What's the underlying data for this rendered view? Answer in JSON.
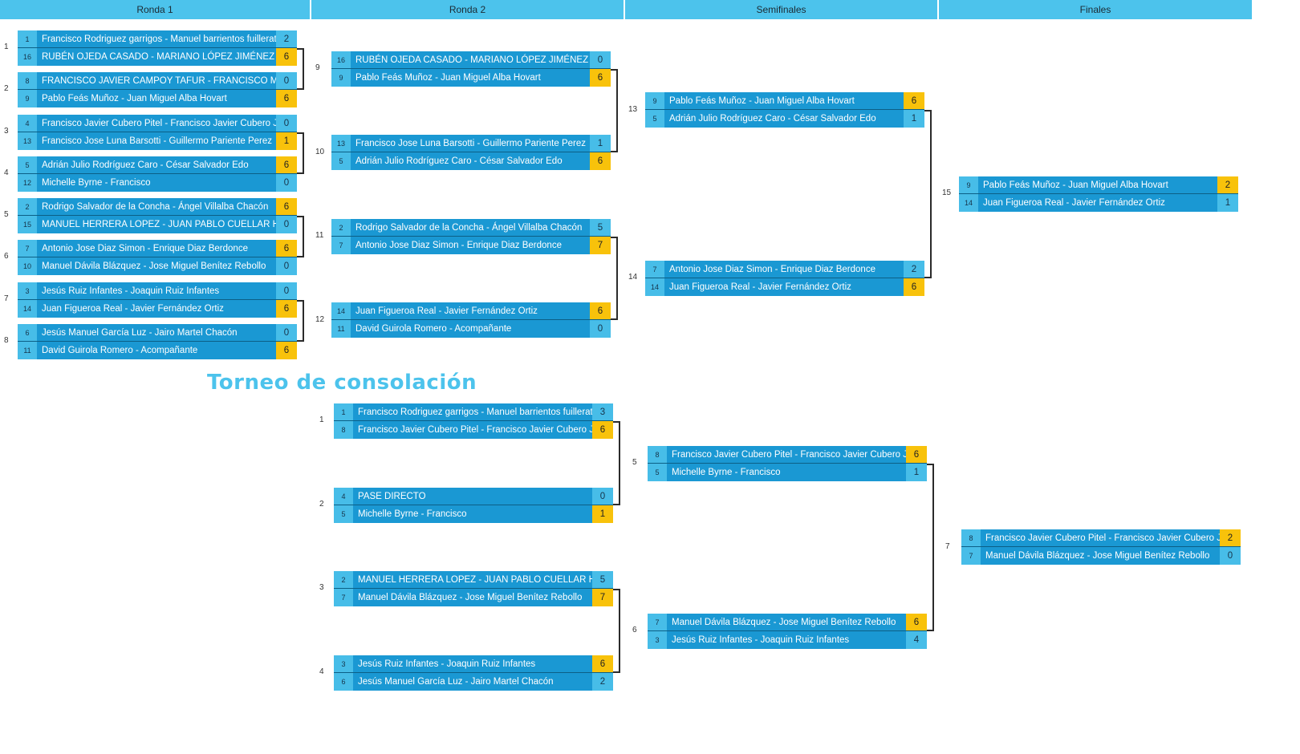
{
  "rounds": [
    "Ronda 1",
    "Ronda 2",
    "Semifinales",
    "Finales"
  ],
  "consolation_title": "Torneo de consolación",
  "main_matches": [
    {
      "label": "1",
      "teams": [
        {
          "seed": "1",
          "name": "Francisco Rodriguez garrigos - Manuel barrientos fuillerat",
          "score": "2"
        },
        {
          "seed": "16",
          "name": "RUBÉN OJEDA CASADO - MARIANO LÓPEZ JIMÉNEZ",
          "score": "6"
        }
      ]
    },
    {
      "label": "2",
      "teams": [
        {
          "seed": "8",
          "name": "FRANCISCO JAVIER CAMPOY TAFUR - FRANCISCO M. BRAVO V",
          "score": "0"
        },
        {
          "seed": "9",
          "name": "Pablo Feás Muñoz - Juan Miguel Alba Hovart",
          "score": "6"
        }
      ]
    },
    {
      "label": "3",
      "teams": [
        {
          "seed": "4",
          "name": "Francisco Javier Cubero Pitel - Francisco Javier Cubero Jimé",
          "score": "0"
        },
        {
          "seed": "13",
          "name": "Francisco Jose Luna Barsotti - Guillermo Pariente Perez",
          "score": "1"
        }
      ]
    },
    {
      "label": "4",
      "teams": [
        {
          "seed": "5",
          "name": "Adrián Julio Rodríguez Caro - César Salvador Edo",
          "score": "6"
        },
        {
          "seed": "12",
          "name": "Michelle Byrne - Francisco",
          "score": "0"
        }
      ]
    },
    {
      "label": "5",
      "teams": [
        {
          "seed": "2",
          "name": "Rodrigo Salvador de la Concha - Ángel Villalba Chacón",
          "score": "6"
        },
        {
          "seed": "15",
          "name": "MANUEL HERRERA LOPEZ - JUAN PABLO CUELLAR HERRERA",
          "score": "0"
        }
      ]
    },
    {
      "label": "6",
      "teams": [
        {
          "seed": "7",
          "name": "Antonio Jose Diaz Simon - Enrique Diaz Berdonce",
          "score": "6"
        },
        {
          "seed": "10",
          "name": "Manuel Dávila Blázquez - Jose Miguel Benítez Rebollo",
          "score": "0"
        }
      ]
    },
    {
      "label": "7",
      "teams": [
        {
          "seed": "3",
          "name": "Jesús Ruiz Infantes - Joaquin Ruiz Infantes",
          "score": "0"
        },
        {
          "seed": "14",
          "name": "Juan Figueroa Real - Javier Fernández Ortiz",
          "score": "6"
        }
      ]
    },
    {
      "label": "8",
      "teams": [
        {
          "seed": "6",
          "name": "Jesús Manuel García Luz - Jairo Martel Chacón",
          "score": "0"
        },
        {
          "seed": "11",
          "name": "David Guirola Romero - Acompañante",
          "score": "6"
        }
      ]
    },
    {
      "label": "9",
      "teams": [
        {
          "seed": "16",
          "name": "RUBÉN OJEDA CASADO - MARIANO LÓPEZ JIMÉNEZ",
          "score": "0"
        },
        {
          "seed": "9",
          "name": "Pablo Feás Muñoz - Juan Miguel Alba Hovart",
          "score": "6"
        }
      ]
    },
    {
      "label": "10",
      "teams": [
        {
          "seed": "13",
          "name": "Francisco Jose Luna Barsotti - Guillermo Pariente Perez",
          "score": "1"
        },
        {
          "seed": "5",
          "name": "Adrián Julio Rodríguez Caro - César Salvador Edo",
          "score": "6"
        }
      ]
    },
    {
      "label": "11",
      "teams": [
        {
          "seed": "2",
          "name": "Rodrigo Salvador de la Concha - Ángel Villalba Chacón",
          "score": "5"
        },
        {
          "seed": "7",
          "name": "Antonio Jose Diaz Simon - Enrique Diaz Berdonce",
          "score": "7"
        }
      ]
    },
    {
      "label": "12",
      "teams": [
        {
          "seed": "14",
          "name": "Juan Figueroa Real - Javier Fernández Ortiz",
          "score": "6"
        },
        {
          "seed": "11",
          "name": "David Guirola Romero - Acompañante",
          "score": "0"
        }
      ]
    },
    {
      "label": "13",
      "teams": [
        {
          "seed": "9",
          "name": "Pablo Feás Muñoz - Juan Miguel Alba Hovart",
          "score": "6"
        },
        {
          "seed": "5",
          "name": "Adrián Julio Rodríguez Caro - César Salvador Edo",
          "score": "1"
        }
      ]
    },
    {
      "label": "14",
      "teams": [
        {
          "seed": "7",
          "name": "Antonio Jose Diaz Simon - Enrique Diaz Berdonce",
          "score": "2"
        },
        {
          "seed": "14",
          "name": "Juan Figueroa Real - Javier Fernández Ortiz",
          "score": "6"
        }
      ]
    },
    {
      "label": "15",
      "teams": [
        {
          "seed": "9",
          "name": "Pablo Feás Muñoz - Juan Miguel Alba Hovart",
          "score": "2"
        },
        {
          "seed": "14",
          "name": "Juan Figueroa Real - Javier Fernández Ortiz",
          "score": "1"
        }
      ]
    }
  ],
  "consolation_matches": [
    {
      "label": "1",
      "teams": [
        {
          "seed": "1",
          "name": "Francisco Rodriguez garrigos - Manuel barrientos fuillerat",
          "score": "3"
        },
        {
          "seed": "8",
          "name": "Francisco Javier Cubero Pitel - Francisco Javier Cubero Jimé",
          "score": "6"
        }
      ]
    },
    {
      "label": "2",
      "teams": [
        {
          "seed": "4",
          "name": "PASE DIRECTO",
          "score": "0"
        },
        {
          "seed": "5",
          "name": "Michelle Byrne - Francisco",
          "score": "1"
        }
      ]
    },
    {
      "label": "3",
      "teams": [
        {
          "seed": "2",
          "name": "MANUEL HERRERA LOPEZ - JUAN PABLO CUELLAR HERRERA",
          "score": "5"
        },
        {
          "seed": "7",
          "name": "Manuel Dávila Blázquez - Jose Miguel Benítez Rebollo",
          "score": "7"
        }
      ]
    },
    {
      "label": "4",
      "teams": [
        {
          "seed": "3",
          "name": "Jesús Ruiz Infantes - Joaquin Ruiz Infantes",
          "score": "6"
        },
        {
          "seed": "6",
          "name": "Jesús Manuel García Luz - Jairo Martel Chacón",
          "score": "2"
        }
      ]
    },
    {
      "label": "5",
      "teams": [
        {
          "seed": "8",
          "name": "Francisco Javier Cubero Pitel - Francisco Javier Cubero Jimé",
          "score": "6"
        },
        {
          "seed": "5",
          "name": "Michelle Byrne - Francisco",
          "score": "1"
        }
      ]
    },
    {
      "label": "6",
      "teams": [
        {
          "seed": "7",
          "name": "Manuel Dávila Blázquez - Jose Miguel Benítez Rebollo",
          "score": "6"
        },
        {
          "seed": "3",
          "name": "Jesús Ruiz Infantes - Joaquin Ruiz Infantes",
          "score": "4"
        }
      ]
    },
    {
      "label": "7",
      "teams": [
        {
          "seed": "8",
          "name": "Francisco Javier Cubero Pitel - Francisco Javier Cubero Jimé",
          "score": "2"
        },
        {
          "seed": "7",
          "name": "Manuel Dávila Blázquez - Jose Miguel Benítez Rebollo",
          "score": "0"
        }
      ]
    }
  ],
  "colors": {
    "header": "#4cc3ec",
    "team_bg": "#1a98d3",
    "seed_bg": "#47bde8",
    "winner": "#f8c20b",
    "consolation_title": "#4cc3ec"
  }
}
